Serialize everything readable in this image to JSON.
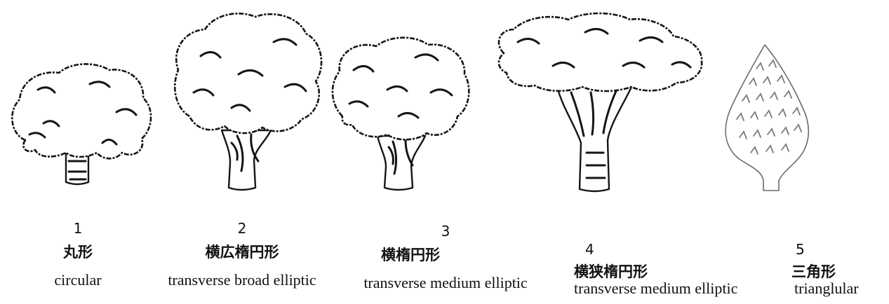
{
  "shapes": [
    {
      "number": "1",
      "name_jp": "丸形",
      "name_en": "circular"
    },
    {
      "number": "2",
      "name_jp": "横広楕円形",
      "name_en": "transverse broad elliptic"
    },
    {
      "number": "3",
      "name_jp": "横楕円形",
      "name_en": "transverse medium elliptic"
    },
    {
      "number": "4",
      "name_jp": "横狭楕円形",
      "name_en": "transverse medium elliptic"
    },
    {
      "number": "5",
      "name_jp": "三角形",
      "name_en": "trianglular"
    }
  ]
}
